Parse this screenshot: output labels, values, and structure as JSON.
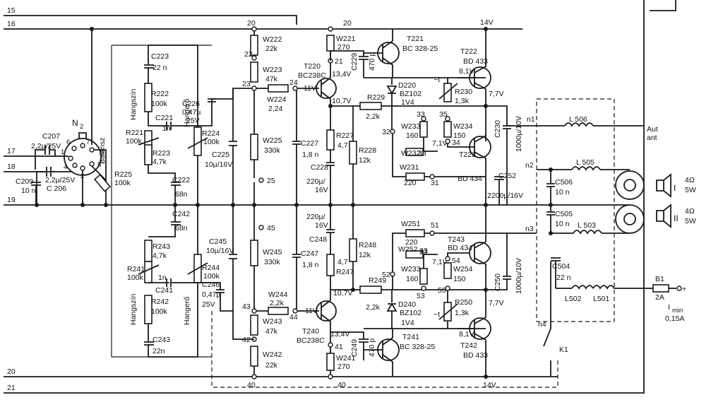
{
  "rails": {
    "r15": "15",
    "r16": "16",
    "r17": "17",
    "r18": "18",
    "r19": "19",
    "r20": "20",
    "r21": "21"
  },
  "connector": {
    "name": "N",
    "sub": "2",
    "pins": [
      "1",
      "2",
      "3",
      "4",
      "5",
      "6",
      "7"
    ]
  },
  "labels": {
    "balansz": "Balansz",
    "hangszin_top": "Hangszín",
    "hangszin_bot": "Hangszín",
    "hangero_top": "Hangerő",
    "hangero_bot": "Hangerő"
  },
  "input_caps": {
    "c207": "C207",
    "c207_v": "2,2µ/25V",
    "c206": "C 206",
    "c206_v": "2,2µ/25V",
    "c209": "C209",
    "c209_v": "10 n",
    "r225": "R225",
    "r225_v": "100k"
  },
  "top_tone": {
    "c223": "C223",
    "c223_v": "22 n",
    "r222": "R222",
    "r222_v": "100k",
    "c221": "C221",
    "c221_v": "1n",
    "r221": "R221",
    "r221_v": "100k",
    "r223": "R223",
    "r223_v": "4,7k",
    "c222": "C222",
    "c222_v": "68n",
    "r224": "R224",
    "r224_v": "100k",
    "c226": "C226",
    "c226_v": "0,47µ",
    "c226_v2": "25V"
  },
  "bot_tone": {
    "c242": "C242",
    "c242_v": "68n",
    "r243": "R243",
    "r243_v": "4,7k",
    "r241": "R241",
    "r241_v": "100k",
    "c241": "C241",
    "c241_v": "1n",
    "r242": "R242",
    "r242_v": "100k",
    "c243": "C243",
    "c243_v": "22n",
    "r244": "R244",
    "r244_v": "100k",
    "c246": "C246",
    "c246_v": "0,47µ",
    "c246_v2": "25V"
  },
  "top_amp": {
    "w222": "W222",
    "w222_v": "22k",
    "w223": "W223",
    "w223_v": "47k",
    "w224": "W224",
    "w224_v": "2,24",
    "w225": "W225",
    "w225_v": "330k",
    "c225": "C225",
    "c225_v": "10µ/16V",
    "c227": "C227",
    "c227_v": "1,8 n",
    "t220": "T220",
    "t220_v": "BC238C",
    "w221": "W221",
    "w221_v": "270",
    "t221": "T221",
    "t221_v": "BC 328-25",
    "c229": "C229",
    "c229_v": "470 p",
    "d220": "D220",
    "d220_v": "BZ102",
    "d220_v2": "1V4",
    "r229": "R229",
    "r229_v": "2,2k",
    "r227": "R227",
    "r227_v": "4,7",
    "r228": "R228",
    "r228_v": "12k",
    "c228": "C228",
    "c228_v": "220µ/",
    "c228_v2": "16V",
    "r230": "R230",
    "r230_v": "1,3k",
    "w233": "W233",
    "w233_v": "160",
    "w234": "W234",
    "w234_v": "150",
    "w232": "W232",
    "w232_v": "33",
    "w231": "W231",
    "w231_v": "220",
    "t222": "T222",
    "t222_v": "BD 433",
    "t223": "T223",
    "t223_v": "BD 434",
    "c230": "C230",
    "c230_v": "1000µ/10V",
    "c252": "C252",
    "c252_v": "2200µ/16V"
  },
  "bot_amp": {
    "w251": "W251",
    "w251_v": "220",
    "w252": "W252",
    "w252_v": "33",
    "w233": "W233",
    "w233_v": "160",
    "w254": "W254",
    "w254_v": "150",
    "c248": "C248",
    "c248_v": "220µ/",
    "c248_v2": "16V",
    "r247": "R247",
    "r247_v": "4,7",
    "r248": "R248",
    "r248_v": "12k",
    "w245": "W245",
    "w245_v": "330k",
    "c245": "C245",
    "c245_v": "10µ/16V",
    "c247": "C247",
    "c247_v": "1,8 n",
    "w244": "W244",
    "w244_v": "2,2k",
    "w243": "W243",
    "w243_v": "47k",
    "w242": "W242",
    "w242_v": "22k",
    "t240": "T240",
    "t240_v": "BC238C",
    "w241": "W241",
    "w241_v": "270",
    "t241": "T241",
    "t241_v": "BC 328-25",
    "c249": "C249",
    "c249_v": "470 p",
    "d240": "D240",
    "d240_v": "BZ102",
    "d240_v2": "1V4",
    "r249": "R249",
    "r249_v": "2,2k",
    "r250": "R250",
    "r250_v": "1,3k",
    "t243": "T243",
    "t243_v": "BD 434",
    "t242": "T242",
    "t242_v": "BD 433",
    "c250": "C250",
    "c250_v": "1000µ/10V"
  },
  "nodes": {
    "n20a": "20",
    "n20b": "20",
    "n22": "22",
    "n23": "23",
    "n24": "24",
    "n25": "25",
    "n21": "21",
    "n32": "32",
    "n33": "33",
    "n35": "35",
    "n34": "34",
    "n31": "31",
    "n33b": "33",
    "n45": "45",
    "n43": "43",
    "n44": "44",
    "n42": "42",
    "n40a": "40",
    "n40b": "40",
    "n41": "41",
    "n51": "51",
    "n52": "52",
    "n53": "53",
    "n54": "54",
    "n55": "55",
    "n33c": "33"
  },
  "volt": {
    "v14a": "14V",
    "v14b": "14V",
    "v11a": "11V",
    "v11b": "11V",
    "v134a": "13,4V",
    "v134b": "13,4V",
    "v107a": "10,7V",
    "v107b": "10,7V",
    "v81a": "8,1V",
    "v81b": "8,1V",
    "v77a": "7,7V",
    "v77b": "7,7V",
    "v71a": "7,1V",
    "v71b": "7,1V",
    "t_a": "−t",
    "t_b": "−t"
  },
  "output": {
    "n1": "n1",
    "n2": "n2",
    "n3": "n3",
    "n4": "n4",
    "l506": "L 506",
    "l505": "L 505",
    "l503": "L 503",
    "l502": "L502",
    "l501": "L501",
    "c506": "C506",
    "c506_v": "10 n",
    "c505": "C505",
    "c505_v": "10 n",
    "c504": "C504",
    "c504_v": "22 n",
    "aut": "Aut",
    "ant": "ant",
    "spk1_num": "I",
    "spk1_ohm": "4Ω",
    "spk1_w": "5W",
    "spk2_num": "II",
    "spk2_ohm": "4Ω",
    "spk2_w": "5W",
    "b1": "B1",
    "b1_v": "2A",
    "imin": "I",
    "imin_sub": "min",
    "imin_v": "0,15A",
    "k1": "K1",
    "plus": "+",
    "minus": "−"
  }
}
